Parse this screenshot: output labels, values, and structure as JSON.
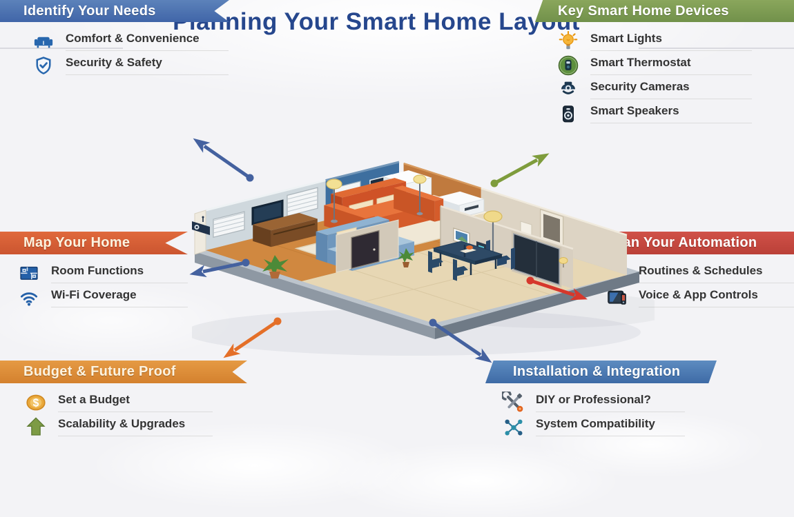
{
  "title": "Planning Your Smart Home Layout",
  "sections": {
    "identify": {
      "title": "Identify Your Needs",
      "items": [
        {
          "icon": "couch-icon",
          "label": "Comfort & Convenience"
        },
        {
          "icon": "shield-check-icon",
          "label": "Security & Safety"
        }
      ]
    },
    "devices": {
      "title": "Key Smart Home Devices",
      "items": [
        {
          "icon": "lightbulb-icon",
          "label": "Smart Lights"
        },
        {
          "icon": "thermostat-icon",
          "label": "Smart Thermostat"
        },
        {
          "icon": "security-camera-icon",
          "label": "Security Cameras"
        },
        {
          "icon": "smart-speaker-icon",
          "label": "Smart Speakers"
        }
      ]
    },
    "map": {
      "title": "Map Your Home",
      "items": [
        {
          "icon": "floor-plan-icon",
          "label": "Room Functions"
        },
        {
          "icon": "wifi-icon",
          "label": "Wi-Fi Coverage"
        }
      ]
    },
    "automation": {
      "title": "Plan Your Automation",
      "items": [
        {
          "icon": "clock-icon",
          "label": "Routines & Schedules"
        },
        {
          "icon": "tablet-icon",
          "label": "Voice & App Controls"
        }
      ]
    },
    "budget": {
      "title": "Budget & Future Proof",
      "items": [
        {
          "icon": "coin-icon",
          "label": "Set a Budget"
        },
        {
          "icon": "up-arrow-icon",
          "label": "Scalability & Upgrades"
        }
      ]
    },
    "installation": {
      "title": "Installation & Integration",
      "items": [
        {
          "icon": "tools-icon",
          "label": "DIY or Professional?"
        },
        {
          "icon": "network-icon",
          "label": "System Compatibility"
        }
      ]
    }
  },
  "icons": {
    "dollar_glyph": "$"
  },
  "colors": {
    "title": "#26478d",
    "identify_banner": "#4a6fae",
    "devices_banner": "#7e9a50",
    "map_banner": "#d45f35",
    "automation_banner": "#c64840",
    "budget_banner": "#dd8c38",
    "installation_banner": "#4b7db4",
    "arrow_blue": "#44619f",
    "arrow_green": "#7e9c3c",
    "arrow_red": "#d6382c",
    "arrow_orange": "#e46f28"
  },
  "illustration": {
    "description": "Isometric cutaway floor plan of a smart home with living room, kitchen and dining area"
  }
}
